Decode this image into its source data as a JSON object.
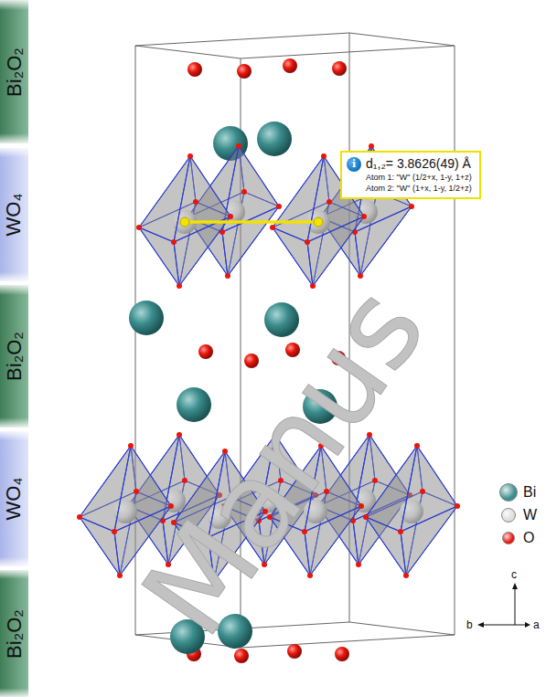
{
  "diagram": {
    "nodes": [
      {
        "text": [
          "Bi₂O₂"
        ]
      },
      {
        "text": [
          "WO₄"
        ]
      },
      {
        "text": [
          "Bi₂O₂"
        ]
      },
      {
        "text": [
          "WO₄"
        ]
      },
      {
        "text": [
          "Bi₂O₂"
        ]
      },
      {
        "text": [
          "d₁,₂= 3.8626(49) Å",
          "Atom 1: \"W\" (1/2+x, 1-y, 1+z)",
          "Atom 2: \"W\" (1+x, 1-y, 1/2+z)"
        ]
      },
      {
        "text": [
          "i"
        ],
        "in": 5
      }
    ],
    "labels": [
      "c",
      "b",
      "a",
      "Manus"
    ],
    "legend": [
      {
        "text": "Bi",
        "color": "#3b8c8c"
      },
      {
        "text": "W",
        "color": "#dcdcdc"
      },
      {
        "text": "O",
        "color": "#e8160c"
      }
    ]
  }
}
